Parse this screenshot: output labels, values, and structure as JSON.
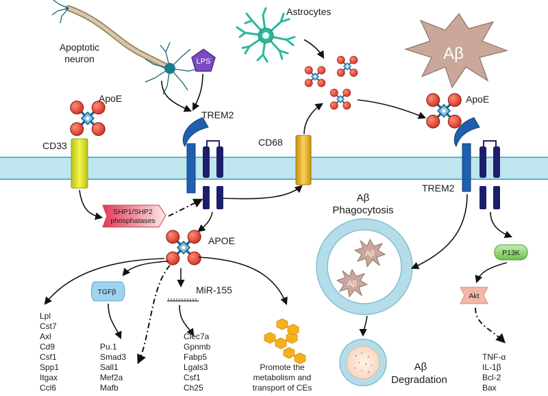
{
  "labels": {
    "apoptotic_neuron": [
      "Apoptotic",
      "neuron"
    ],
    "lps": "LPS",
    "astrocytes": "Astrocytes",
    "abeta_star": "Aβ",
    "apoe_left": "ApoE",
    "apoe_right": "ApoE",
    "cd33": "CD33",
    "trem2_top": "TREM2",
    "cd68": "CD68",
    "trem2_right": "TREM2",
    "shp": [
      "SHP1/SHP2",
      "phosphatases"
    ],
    "apoe_center": "APOE",
    "abeta_phago": [
      "Aβ",
      "Phagocytosis"
    ],
    "abeta_small_1": "Aβ",
    "abeta_small_2": "Aβ",
    "abeta_degradation": [
      "Aβ",
      "Degradation"
    ],
    "p13k": "P13K",
    "akt": "Akt",
    "tgfb": "TGFβ",
    "mir155": "MiR-155",
    "promote": [
      "Promote the",
      "metabolism and",
      "transport of CEs"
    ]
  },
  "lists": {
    "left_genes": [
      "Lpl",
      "Cst7",
      "Axl",
      "Cd9",
      "Csf1",
      "Spp1",
      "Itgax",
      "Ccl6"
    ],
    "tgfb_genes": [
      "Pu.1",
      "Smad3",
      "Sall1",
      "Mef2a",
      "Mafb"
    ],
    "mir155_genes": [
      "Clec7a",
      "Gpnmb",
      "Fabp5",
      "Lgals3",
      "Csf1",
      "Ch25"
    ],
    "cytokines": [
      "TNF-α",
      "IL-1β",
      "Bcl-2",
      "Bax"
    ]
  },
  "colors": {
    "membrane": "#bfe6ee",
    "membrane_line": "#5ab3c8",
    "apoe_ball": "#e24b3a",
    "apoe_core": "#7fc3df",
    "trem2": "#1f5fb0",
    "dap12": "#1c1e6b",
    "cd33": "#d8df2a",
    "cd68": "#e5b72a",
    "abeta": "#c9a79b",
    "astrocyte": "#2bb79c",
    "lps": "#7a4bc2",
    "p13k": "#8fd36b",
    "akt": "#f2b7a8",
    "tgfb": "#9fd3ee",
    "phago_ring": "#b4dde9"
  }
}
